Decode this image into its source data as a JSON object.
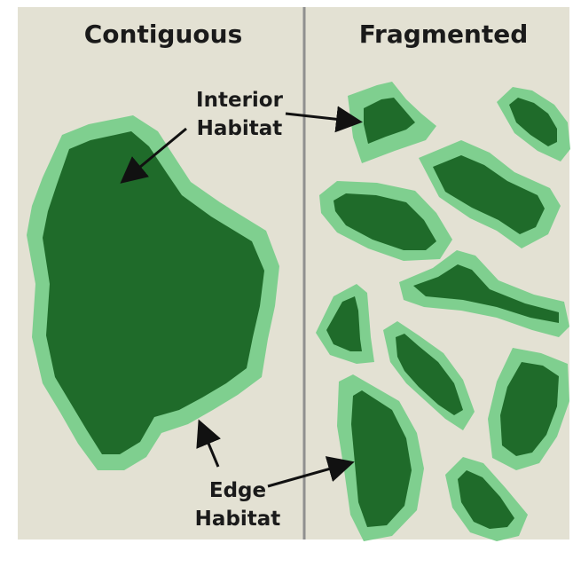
{
  "panels": {
    "left_title": "Contiguous",
    "right_title": "Fragmented"
  },
  "labels": {
    "interior_line1": "Interior",
    "interior_line2": "Habitat",
    "edge_line1": "Edge",
    "edge_line2": "Habitat"
  },
  "colors": {
    "background": "#e3e1d3",
    "divider": "#8f8f8f",
    "edge_habitat": "#7fcf8f",
    "interior_habitat": "#1f6b2a",
    "arrow": "#111111"
  }
}
